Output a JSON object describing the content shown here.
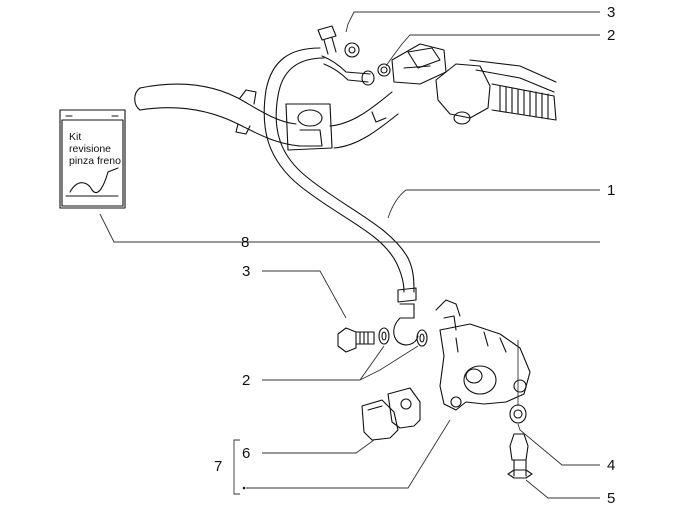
{
  "callouts": [
    {
      "id": "c1",
      "label": "1"
    },
    {
      "id": "c2a",
      "label": "2"
    },
    {
      "id": "c2b",
      "label": "2"
    },
    {
      "id": "c3a",
      "label": "3"
    },
    {
      "id": "c3b",
      "label": "3"
    },
    {
      "id": "c4",
      "label": "4"
    },
    {
      "id": "c5",
      "label": "5"
    },
    {
      "id": "c6",
      "label": "6"
    },
    {
      "id": "c7",
      "label": "7"
    },
    {
      "id": "c8",
      "label": "8"
    }
  ],
  "kit": {
    "line1": "Kit",
    "line2": "revisione",
    "line3": "pinza freno"
  },
  "colors": {
    "ink": "#111111",
    "leader": "#333333"
  }
}
